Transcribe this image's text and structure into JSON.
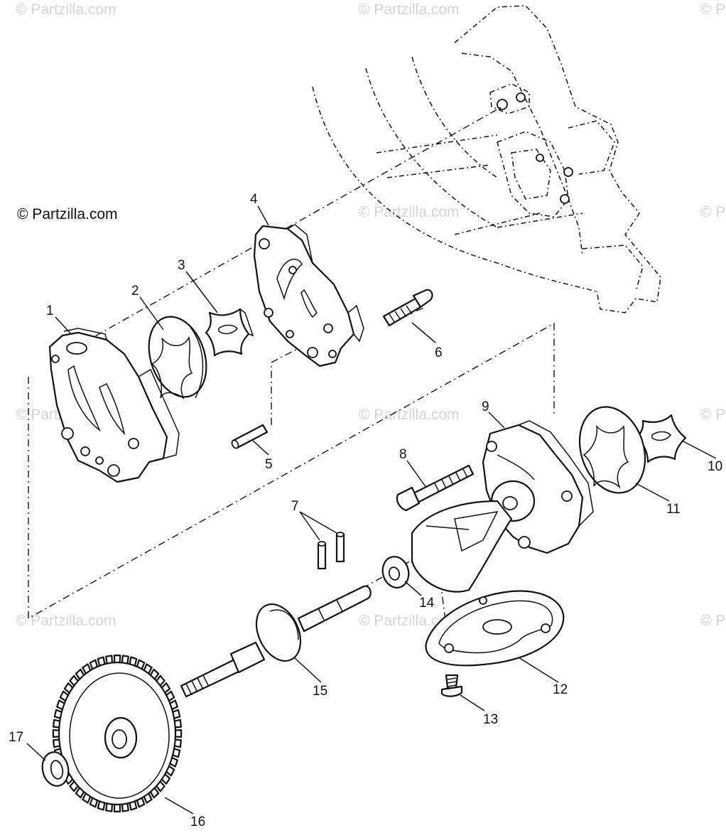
{
  "credit": "© Partzilla.com",
  "watermark": "© Partzilla.com",
  "watermark_partial": "© P",
  "callouts": [
    {
      "id": "1",
      "label": "1"
    },
    {
      "id": "2",
      "label": "2"
    },
    {
      "id": "3",
      "label": "3"
    },
    {
      "id": "4",
      "label": "4"
    },
    {
      "id": "5",
      "label": "5"
    },
    {
      "id": "6",
      "label": "6"
    },
    {
      "id": "7",
      "label": "7"
    },
    {
      "id": "8",
      "label": "8"
    },
    {
      "id": "9",
      "label": "9"
    },
    {
      "id": "10",
      "label": "10"
    },
    {
      "id": "11",
      "label": "11"
    },
    {
      "id": "12",
      "label": "12"
    },
    {
      "id": "13",
      "label": "13"
    },
    {
      "id": "14",
      "label": "14"
    },
    {
      "id": "15",
      "label": "15"
    },
    {
      "id": "16",
      "label": "16"
    },
    {
      "id": "17",
      "label": "17"
    }
  ],
  "colors": {
    "ink": "#111111",
    "watermark": "#d4d4d4",
    "background": "#ffffff"
  }
}
